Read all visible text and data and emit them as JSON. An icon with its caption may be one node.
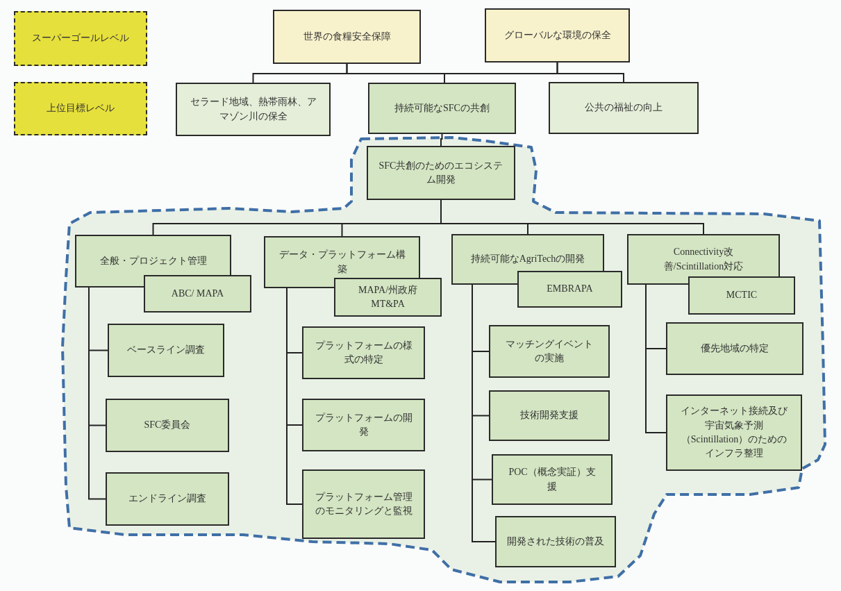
{
  "diagram": {
    "nodes": [
      {
        "text": [
          "スーパーゴールレベル"
        ]
      },
      {
        "text": [
          "上位目標レベル"
        ]
      },
      {
        "text": [
          "世界の食糧安全保障"
        ]
      },
      {
        "text": [
          "グローバルな環境の保全"
        ]
      },
      {
        "text": [
          "セラード地域、熱帯雨林、アマゾン川の保全"
        ]
      },
      {
        "text": [
          "持続可能なSFCの共創"
        ]
      },
      {
        "text": [
          "公共の福祉の向上"
        ]
      },
      {
        "text": [
          "SFC共創のためのエコシステム開発"
        ]
      },
      {
        "text": [
          "全般・プロジェクト管理"
        ]
      },
      {
        "text": [
          "ABC/ MAPA"
        ]
      },
      {
        "text": [
          "ベースライン調査"
        ]
      },
      {
        "text": [
          "SFC委員会"
        ]
      },
      {
        "text": [
          "エンドライン調査"
        ]
      },
      {
        "text": [
          "データ・プラットフォーム構築"
        ]
      },
      {
        "text": [
          "MAPA/州政府 MT&PA"
        ]
      },
      {
        "text": [
          "プラットフォームの様式の特定"
        ]
      },
      {
        "text": [
          "プラットフォームの開発"
        ]
      },
      {
        "text": [
          "プラットフォーム管理のモニタリングと監視"
        ]
      },
      {
        "text": [
          "持続可能なAgriTechの開発"
        ]
      },
      {
        "text": [
          "EMBRAPA"
        ]
      },
      {
        "text": [
          "マッチングイベントの実施"
        ]
      },
      {
        "text": [
          "技術開発支援"
        ]
      },
      {
        "text": [
          "POC（概念実証）支援"
        ]
      },
      {
        "text": [
          "開発された技術の普及"
        ]
      },
      {
        "text": [
          "Connectivity改善/Scintillation対応"
        ]
      },
      {
        "text": [
          "MCTIC"
        ]
      },
      {
        "text": [
          "優先地域の特定"
        ]
      },
      {
        "text": [
          "インターネット接続及び宇宙気象予測（Scintillation）のためのインフラ整理"
        ]
      }
    ],
    "edges": [
      {
        "from": 2,
        "to": 4,
        "arrow": "none"
      },
      {
        "from": 2,
        "to": 5,
        "arrow": "none"
      },
      {
        "from": 3,
        "to": 5,
        "arrow": "none"
      },
      {
        "from": 3,
        "to": 6,
        "arrow": "none"
      },
      {
        "from": 5,
        "to": 7,
        "arrow": "none"
      },
      {
        "from": 7,
        "to": 8,
        "arrow": "none"
      },
      {
        "from": 7,
        "to": 13,
        "arrow": "none"
      },
      {
        "from": 7,
        "to": 18,
        "arrow": "none"
      },
      {
        "from": 7,
        "to": 24,
        "arrow": "none"
      },
      {
        "from": 8,
        "to": 10,
        "arrow": "none"
      },
      {
        "from": 8,
        "to": 11,
        "arrow": "none"
      },
      {
        "from": 8,
        "to": 12,
        "arrow": "none"
      },
      {
        "from": 13,
        "to": 15,
        "arrow": "none"
      },
      {
        "from": 13,
        "to": 16,
        "arrow": "none"
      },
      {
        "from": 13,
        "to": 17,
        "arrow": "none"
      },
      {
        "from": 18,
        "to": 20,
        "arrow": "none"
      },
      {
        "from": 18,
        "to": 21,
        "arrow": "none"
      },
      {
        "from": 18,
        "to": 22,
        "arrow": "none"
      },
      {
        "from": 18,
        "to": 23,
        "arrow": "none"
      },
      {
        "from": 24,
        "to": 26,
        "arrow": "none"
      },
      {
        "from": 24,
        "to": 27,
        "arrow": "none"
      }
    ]
  }
}
